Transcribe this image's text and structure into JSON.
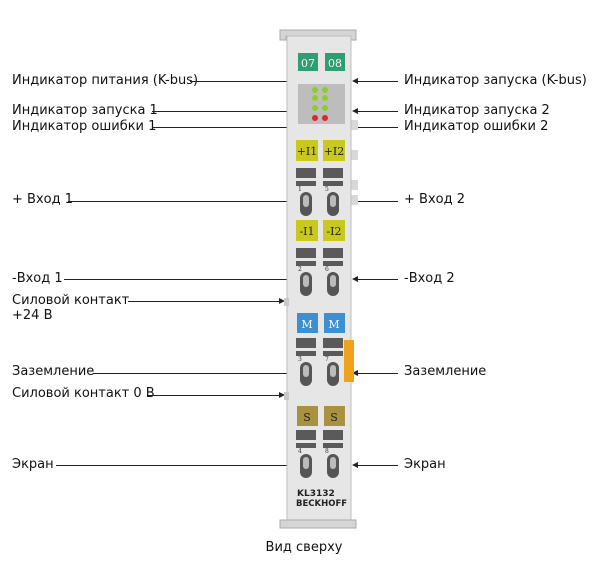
{
  "caption": "Вид сверху",
  "module": {
    "model": "KL3132",
    "brand": "BECKHOFF",
    "top_codes": [
      "07",
      "08"
    ],
    "power_labels_plus": [
      "+I1",
      "+I2"
    ],
    "power_labels_minus": [
      "-I1",
      "-I2"
    ],
    "m_labels": [
      "M",
      "M"
    ],
    "s_labels": [
      "S",
      "S"
    ],
    "contact_numbers": [
      "1",
      "5",
      "2",
      "6",
      "3",
      "7",
      "4",
      "8"
    ],
    "colors": {
      "body": "#e6e6e6",
      "green": "#2f9e73",
      "yellow": "#c8c81e",
      "blue": "#3d8fd1",
      "brown": "#a8913f",
      "orange": "#f0a21e"
    }
  },
  "labels_left": {
    "power_indicator": "Индикатор питания (K-bus)",
    "run_indicator_1": "Индикатор запуска 1",
    "error_indicator_1": "Индикатор ошибки 1",
    "plus_input_1": "+ Вход 1",
    "minus_input_1": "-Вход 1",
    "power_contact_24v": "Силовой контакт +24 В",
    "ground": "Заземление",
    "power_contact_0v": "Силовой контакт 0 В",
    "shield": "Экран"
  },
  "labels_right": {
    "run_indicator_kbus": "Индикатор запуска (K-bus)",
    "run_indicator_2": "Индикатор запуска 2",
    "error_indicator_2": "Индикатор ошибки 2",
    "plus_input_2": "+ Вход 2",
    "minus_input_2": "-Вход 2",
    "ground": "Заземление",
    "shield": "Экран"
  }
}
